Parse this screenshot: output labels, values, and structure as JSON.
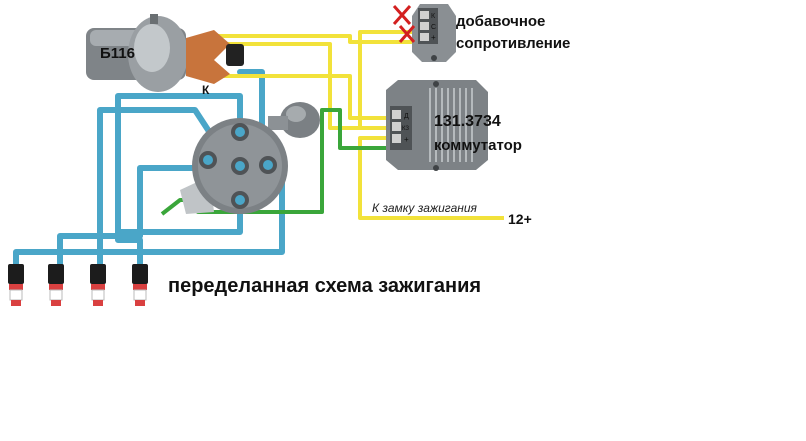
{
  "colors": {
    "blue_wire": "#4aa6c8",
    "yellow_wire": "#f2e23a",
    "green_wire": "#3aa63a",
    "white_wire": "#ffffff",
    "body_gray": "#8a8f93",
    "dark_gray": "#4f5356",
    "copper": "#c8743c",
    "red_x": "#d32020",
    "plug_red": "#d94040",
    "text": "#111111"
  },
  "labels": {
    "coil": "Б116",
    "coil_terminal": "К",
    "resistor_title_1": "добавочное",
    "resistor_title_2": "сопротивление",
    "resistor_pin_k": "К",
    "resistor_pin_c": "С",
    "resistor_pin_plus": "+",
    "commutator_model": "131.3734",
    "commutator_title": "коммутатор",
    "commutator_pin_d": "Д",
    "commutator_pin_kz": "КЗ",
    "commutator_pin_plus": "+",
    "to_ignition": "К замку зажигания",
    "voltage": "12+",
    "caption": "переделанная схема зажигания"
  }
}
